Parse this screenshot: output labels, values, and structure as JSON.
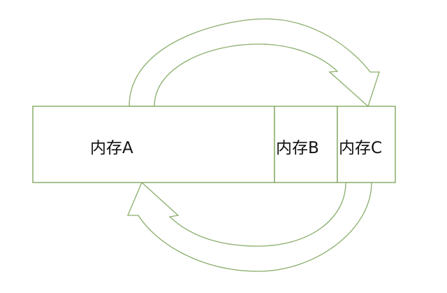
{
  "diagram": {
    "colors": {
      "stroke": "#8aad6a",
      "fill": "#ffffff",
      "text": "#111111"
    },
    "blocks": [
      {
        "id": "A",
        "label": "内存A"
      },
      {
        "id": "B",
        "label": "内存B"
      },
      {
        "id": "C",
        "label": "内存C"
      }
    ],
    "arrows": [
      {
        "name": "top-arrow",
        "from": "内存A",
        "to": "内存C"
      },
      {
        "name": "bottom-arrow",
        "from": "内存C",
        "to": "内存A"
      }
    ]
  }
}
